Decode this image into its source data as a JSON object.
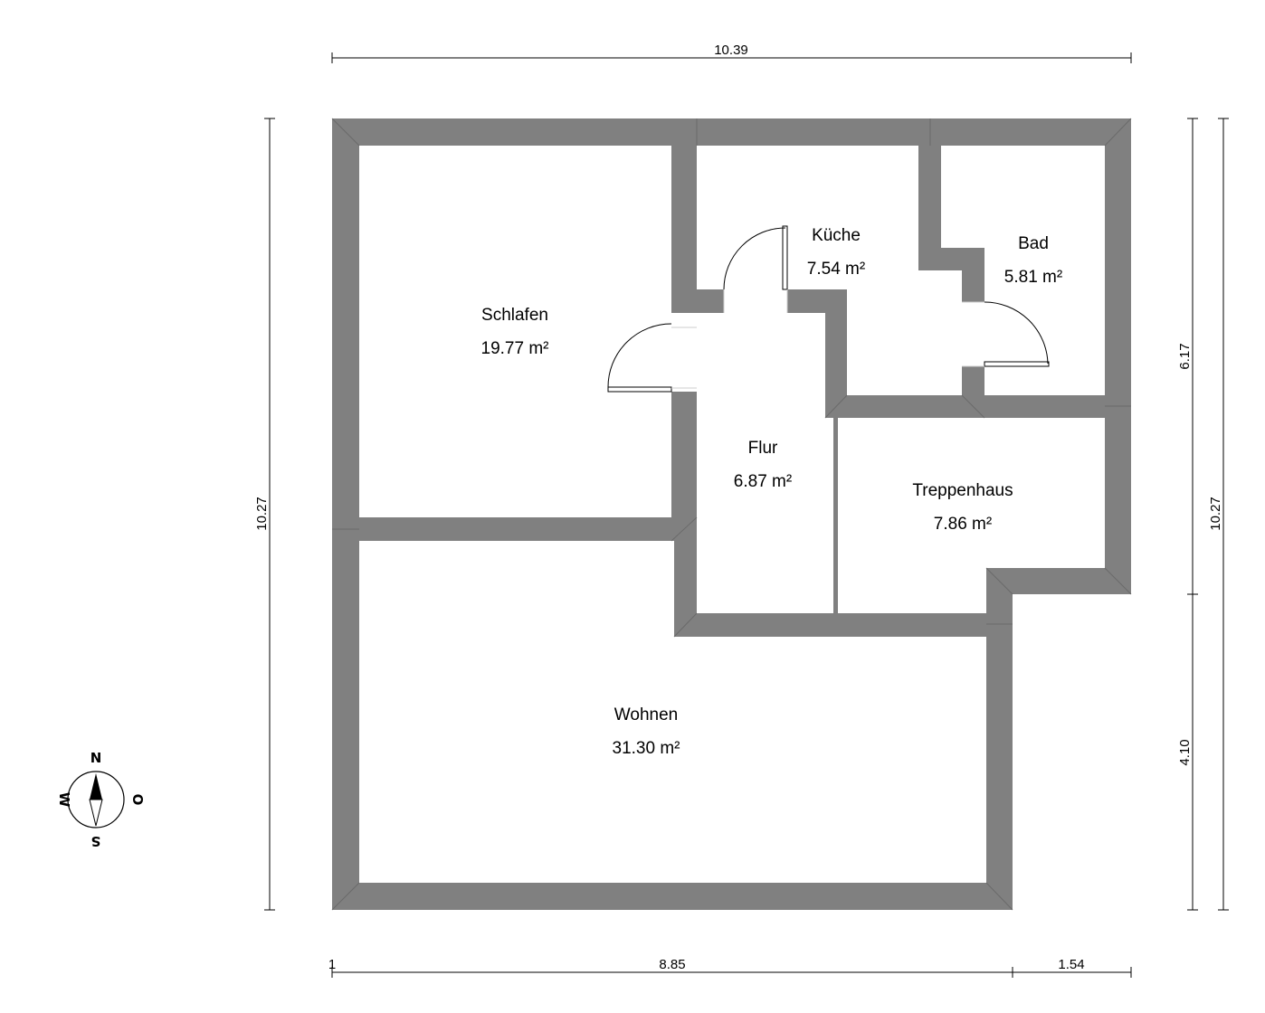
{
  "dimensions": {
    "top_width": "10.39",
    "left_height": "10.27",
    "right_upper": "6.17",
    "right_lower": "4.10",
    "right_total": "10.27",
    "bottom_left_tick": "1",
    "bottom_main": "8.85",
    "bottom_right": "1.54"
  },
  "rooms": [
    {
      "name": "Schlafen",
      "area": "19.77 m²"
    },
    {
      "name": "Küche",
      "area": "7.54 m²"
    },
    {
      "name": "Bad",
      "area": "5.81 m²"
    },
    {
      "name": "Flur",
      "area": "6.87 m²"
    },
    {
      "name": "Treppenhaus",
      "area": "7.86 m²"
    },
    {
      "name": "Wohnen",
      "area": "31.30 m²"
    }
  ],
  "compass": {
    "north": "N",
    "south": "S",
    "west": "W",
    "east": "O"
  },
  "colors": {
    "wall": "#808080",
    "background": "#ffffff"
  }
}
